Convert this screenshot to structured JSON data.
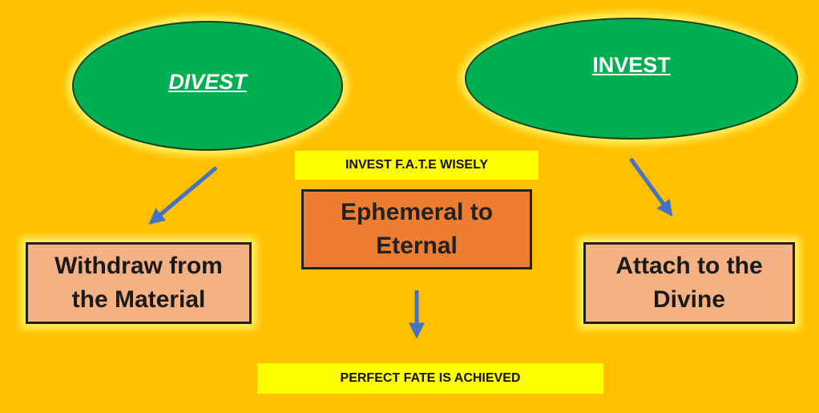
{
  "ellipses": {
    "divest": "DIVEST",
    "invest": "INVEST"
  },
  "banners": {
    "invest_fate": "INVEST F.A.T.E WISELY",
    "perfect_fate": "PERFECT FATE IS ACHIEVED"
  },
  "boxes": {
    "withdraw": [
      "Withdraw from",
      "the Material"
    ],
    "ephemeral": [
      "Ephemeral to",
      "Eternal"
    ],
    "attach": [
      "Attach to the",
      "Divine"
    ]
  },
  "colors": {
    "background": "#FFC000",
    "ellipse": "#00B050",
    "box_light": "#F4B183",
    "box_dark": "#ED7D31",
    "banner": "#FFFF00",
    "arrow": "#4472C4"
  }
}
